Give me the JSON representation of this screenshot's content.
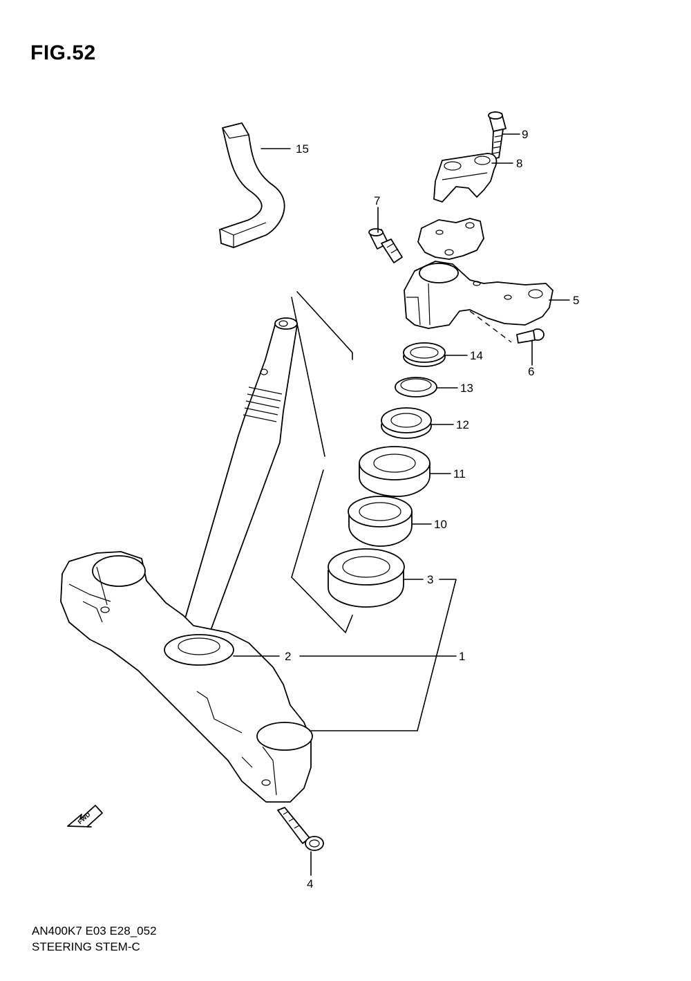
{
  "figure": {
    "title": "FIG.52"
  },
  "footer": {
    "code": "AN400K7 E03 E28_052",
    "name": "STEERING STEM-C"
  },
  "fwd_arrow": {
    "label": "FWD"
  },
  "callouts": [
    "1",
    "2",
    "3",
    "4",
    "5",
    "6",
    "7",
    "8",
    "9",
    "10",
    "11",
    "12",
    "13",
    "14",
    "15"
  ]
}
